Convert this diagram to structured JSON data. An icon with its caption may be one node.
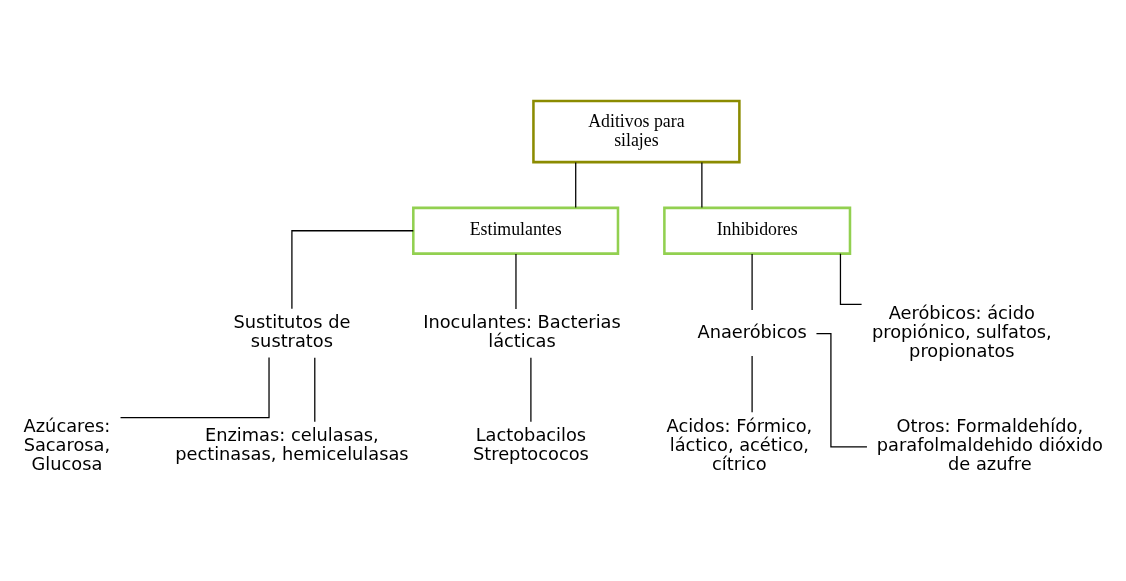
{
  "diagram": {
    "nodes": [
      {
        "text": [
          "Aditivos para silajes"
        ]
      },
      {
        "text": [
          "Estimulantes"
        ]
      },
      {
        "text": [
          "Inhibidores"
        ]
      },
      {
        "text": [
          "Sustitutos de sustratos"
        ]
      },
      {
        "text": [
          "Inoculantes: Bacterias lácticas"
        ]
      },
      {
        "text": [
          "Anaeróbicos"
        ]
      },
      {
        "text": [
          "Aeróbicos: ácido propiónico, sulfatos, propionatos"
        ]
      },
      {
        "text": [
          "Azúcares: Sacarosa, Glucosa"
        ]
      },
      {
        "text": [
          "Enzimas: celulasas, pectinasas, hemicelulasas"
        ]
      },
      {
        "text": [
          "Lactobacilos Streptococos"
        ]
      },
      {
        "text": [
          "Acidos: Fórmico, láctico, acético, cítrico"
        ]
      },
      {
        "text": [
          "Otros: Formaldehído, parafolmaldehido dióxido de azufre"
        ]
      }
    ],
    "edges": [
      {
        "from": 0,
        "to": 1,
        "arrow": "none"
      },
      {
        "from": 0,
        "to": 2,
        "arrow": "none"
      },
      {
        "from": 1,
        "to": 3,
        "arrow": "none"
      },
      {
        "from": 1,
        "to": 4,
        "arrow": "none"
      },
      {
        "from": 2,
        "to": 5,
        "arrow": "none"
      },
      {
        "from": 2,
        "to": 6,
        "arrow": "none"
      },
      {
        "from": 3,
        "to": 7,
        "arrow": "none"
      },
      {
        "from": 3,
        "to": 8,
        "arrow": "none"
      },
      {
        "from": 4,
        "to": 9,
        "arrow": "none"
      },
      {
        "from": 5,
        "to": 10,
        "arrow": "none"
      },
      {
        "from": 5,
        "to": 11,
        "arrow": "none"
      }
    ]
  }
}
